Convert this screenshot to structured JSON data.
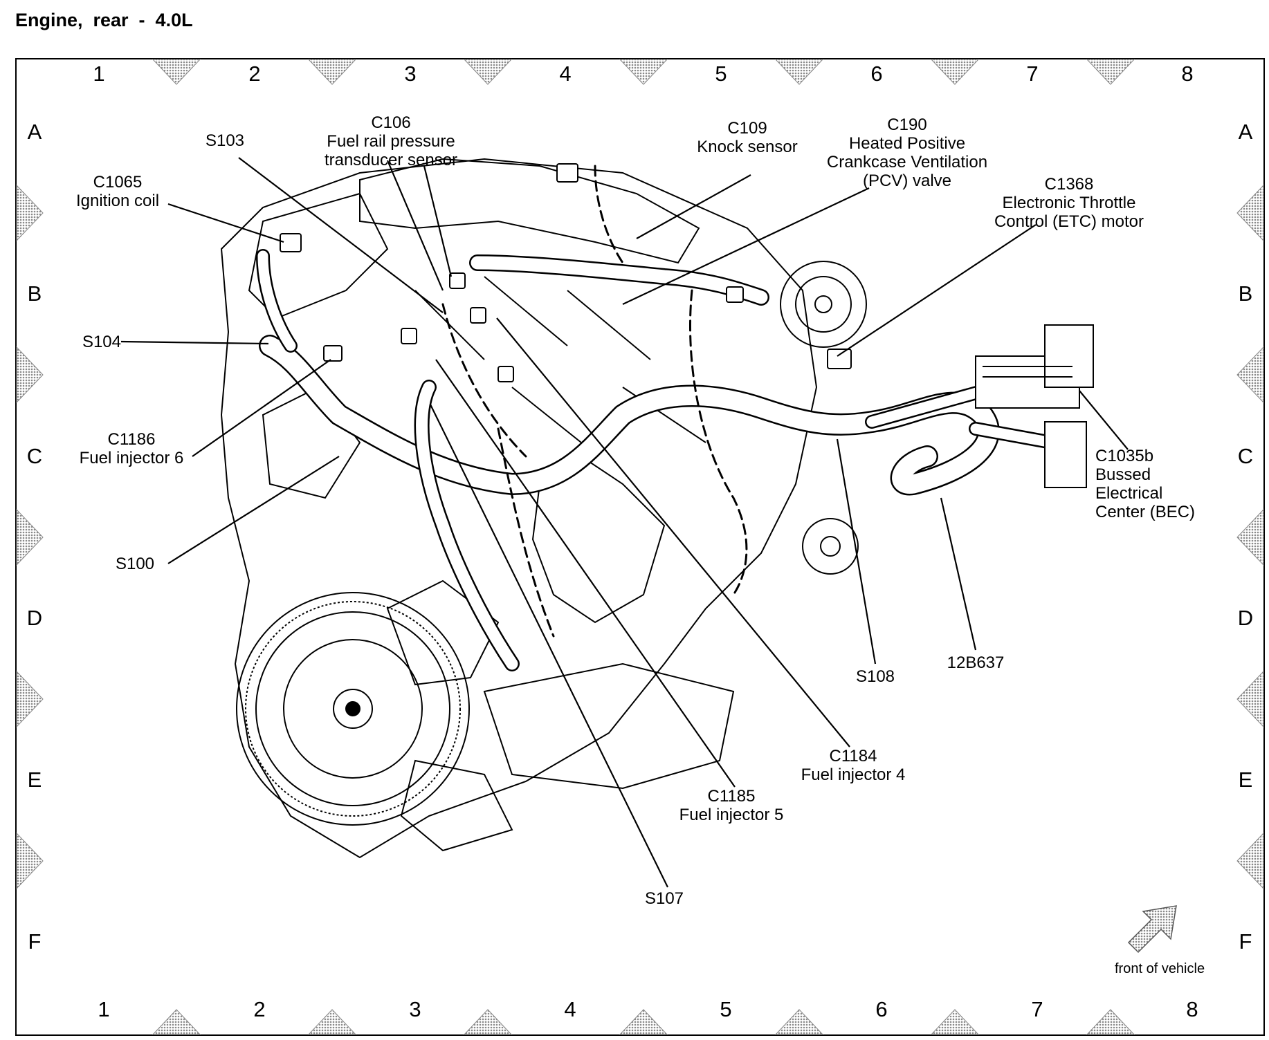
{
  "title": "Engine,  rear  -  4.0L",
  "grid": {
    "columns": [
      "1",
      "2",
      "3",
      "4",
      "5",
      "6",
      "7",
      "8"
    ],
    "rows": [
      "A",
      "B",
      "C",
      "D",
      "E",
      "F"
    ]
  },
  "callouts": [
    {
      "id": "c1065",
      "lines": [
        "C1065",
        "Ignition coil"
      ]
    },
    {
      "id": "s103",
      "lines": [
        "S103"
      ]
    },
    {
      "id": "c106",
      "lines": [
        "C106",
        "Fuel rail pressure",
        "transducer sensor"
      ]
    },
    {
      "id": "c109",
      "lines": [
        "C109",
        "Knock sensor"
      ]
    },
    {
      "id": "c190",
      "lines": [
        "C190",
        "Heated Positive",
        "Crankcase Ventilation",
        "(PCV) valve"
      ]
    },
    {
      "id": "c1368",
      "lines": [
        "C1368",
        "Electronic Throttle",
        "Control (ETC) motor"
      ]
    },
    {
      "id": "s104",
      "lines": [
        "S104"
      ]
    },
    {
      "id": "c1186",
      "lines": [
        "C1186",
        "Fuel injector 6"
      ]
    },
    {
      "id": "s100",
      "lines": [
        "S100"
      ]
    },
    {
      "id": "c1035b",
      "lines": [
        "C1035b",
        "Bussed",
        "Electrical",
        "Center (BEC)"
      ]
    },
    {
      "id": "s108",
      "lines": [
        "S108"
      ]
    },
    {
      "id": "h12b637",
      "lines": [
        "12B637"
      ]
    },
    {
      "id": "c1184",
      "lines": [
        "C1184",
        "Fuel injector 4"
      ]
    },
    {
      "id": "c1185",
      "lines": [
        "C1185",
        "Fuel injector 5"
      ]
    },
    {
      "id": "s107",
      "lines": [
        "S107"
      ]
    }
  ],
  "orientation": {
    "label": "front of vehicle"
  },
  "colors": {
    "line": "#000000",
    "marker": "#a0a0a0",
    "harness": "#ffffff"
  }
}
